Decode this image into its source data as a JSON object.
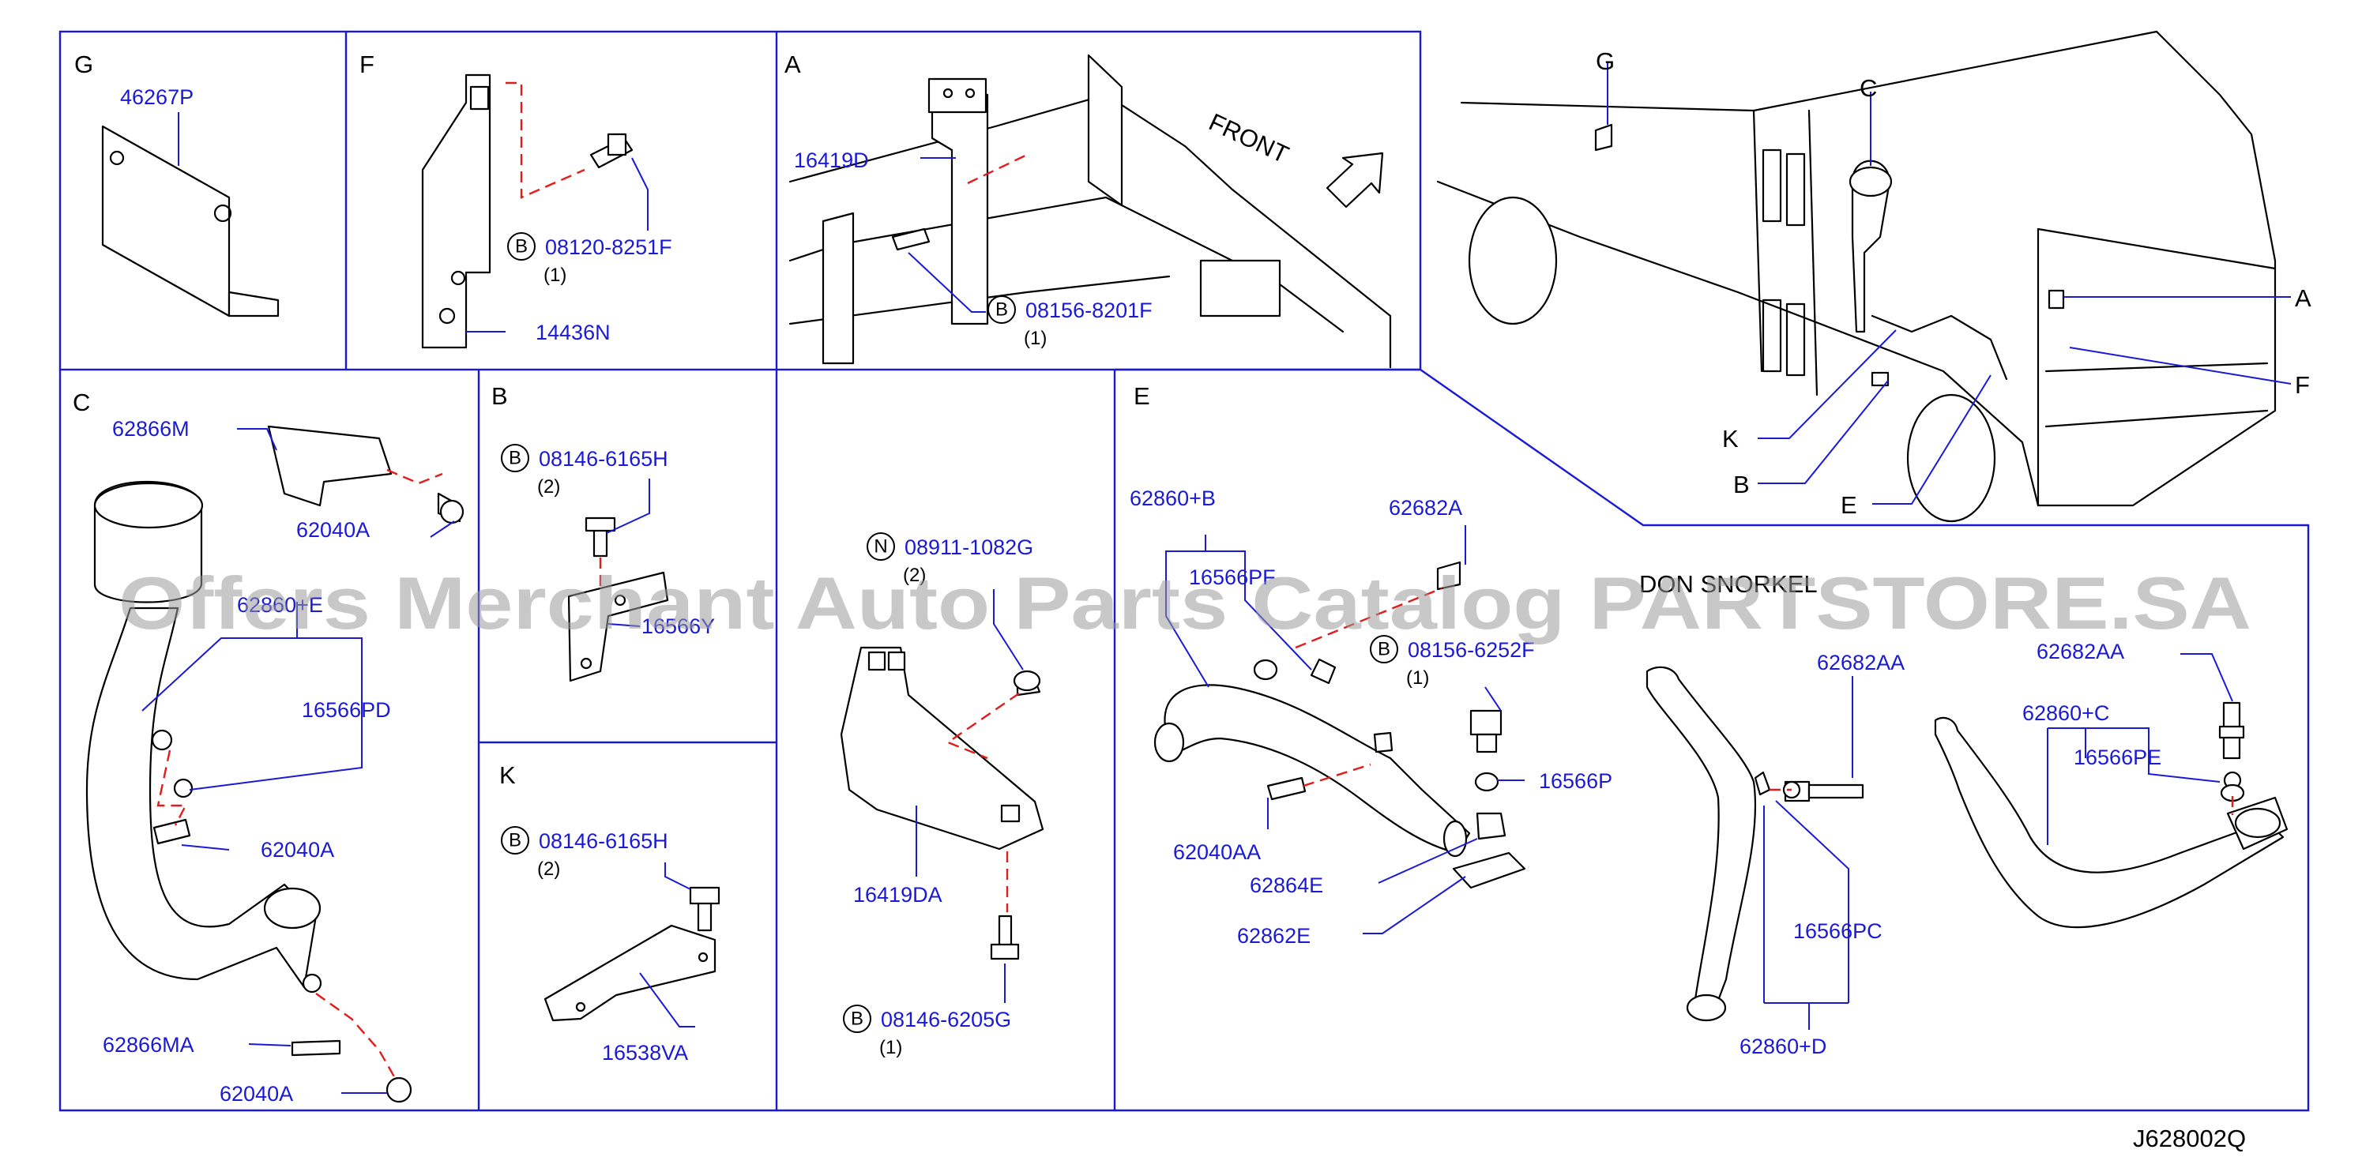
{
  "diagram": {
    "sections": {
      "G": "G",
      "F": "F",
      "A": "A",
      "C": "C",
      "B": "B",
      "K": "K",
      "E": "E",
      "V": "G",
      "VC": "C"
    },
    "front_label": "FRONT",
    "snorkel_heading": "DON  SNORKEL",
    "drawing_code": "J628002Q",
    "watermark": "Offers Merchant Auto Parts Catalog PARTSTORE.SA",
    "badges": {
      "B": "B",
      "N": "N"
    },
    "vehicle_labels": {
      "A": "A",
      "F": "F",
      "K": "K",
      "B": "B",
      "E": "E"
    },
    "parts": {
      "p46267P": "46267P",
      "p08120_8251F": "08120-8251F",
      "p14436N": "14436N",
      "p16419D": "16419D",
      "p08156_8201F": "08156-8201F",
      "p62866M": "62866M",
      "p62040A_1": "62040A",
      "p62860E": "62860+E",
      "p16566PD": "16566PD",
      "p62040A_2": "62040A",
      "p62866MA": "62866MA",
      "p62040A_3": "62040A",
      "p08146_6165H_B": "08146-6165H",
      "p16566Y": "16566Y",
      "p08146_6165H_K": "08146-6165H",
      "p16538VA": "16538VA",
      "p08911_1082G": "08911-1082G",
      "p16419DA": "16419DA",
      "p08146_6205G": "08146-6205G",
      "p62860B": "62860+B",
      "p16566PF": "16566PF",
      "p62682A": "62682A",
      "p08156_6252F": "08156-6252F",
      "p16566P": "16566P",
      "p62040AA": "62040AA",
      "p62864E": "62864E",
      "p62862E": "62862E",
      "p62682AA_1": "62682AA",
      "p16566PC": "16566PC",
      "p62860D": "62860+D",
      "p62682AA_2": "62682AA",
      "p62860C": "62860+C",
      "p16566PE": "16566PE"
    },
    "quantities": {
      "q1": "(1)",
      "q2": "(1)",
      "q3": "(2)",
      "q4": "(2)",
      "q5": "(2)",
      "q6": "(1)",
      "q7": "(1)"
    }
  }
}
